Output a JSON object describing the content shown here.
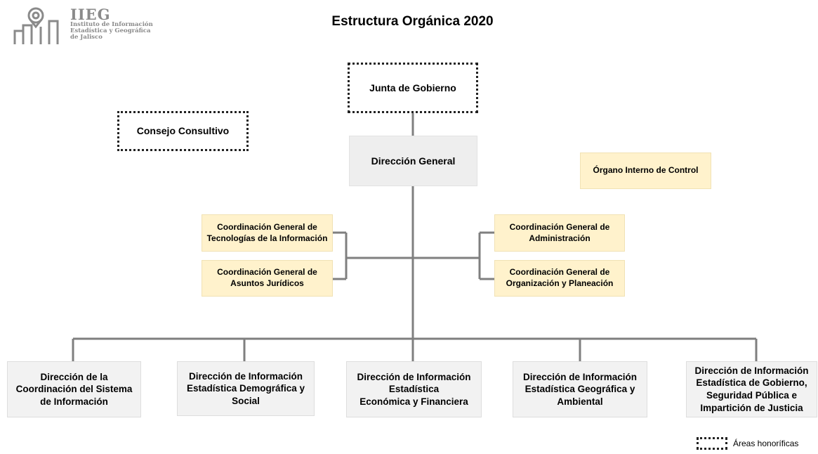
{
  "logo": {
    "abbr": "IIEG",
    "name_line1": "Instituto de Información",
    "name_line2": "Estadística y Geográfica",
    "name_line3": "de Jalisco"
  },
  "title": "Estructura Orgánica 2020",
  "nodes": {
    "junta": "Junta de Gobierno",
    "consejo": "Consejo Consultivo",
    "direccion_general": "Dirección General",
    "organo_interno": "Órgano Interno de Control",
    "coord_tecnologias": "Coordinación General de Tecnologías de la Información",
    "coord_juridicos": "Coordinación General de Asuntos Jurídicos",
    "coord_administracion": "Coordinación General de Administración",
    "coord_organizacion": "Coordinación General de Organización y Planeación",
    "dir_coordinacion": "Dirección de la Coordinación del Sistema de Información",
    "dir_demografica": "Dirección de Información Estadística Demográfica y Social",
    "dir_economica_l1": "Dirección de Información Estadística",
    "dir_economica_l2": "Económica y Financiera",
    "dir_geografica": "Dirección de Información Estadística Geográfica y Ambiental",
    "dir_gobierno": "Dirección de Información Estadística de Gobierno, Seguridad Pública e Impartición de Justicia"
  },
  "legend": {
    "label": "Áreas honoríficas"
  },
  "colors": {
    "connector": "#7f7f7f",
    "coordination_fill": "#fff2cc",
    "direction_fill": "#f2f2f2",
    "general_fill": "#eeeeee"
  }
}
